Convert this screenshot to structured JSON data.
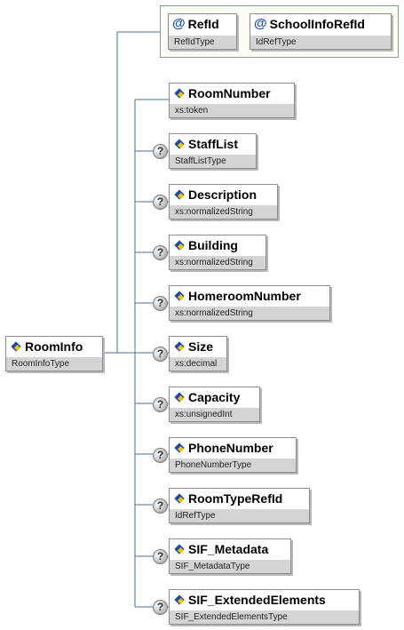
{
  "root": {
    "name": "RoomInfo",
    "type": "RoomInfoType"
  },
  "attributes": [
    {
      "name": "RefId",
      "type": "RefIdType"
    },
    {
      "name": "SchoolInfoRefId",
      "type": "IdRefType"
    }
  ],
  "elements": [
    {
      "name": "RoomNumber",
      "type": "xs:token",
      "optional": false
    },
    {
      "name": "StaffList",
      "type": "StaffListType",
      "optional": true
    },
    {
      "name": "Description",
      "type": "xs:normalizedString",
      "optional": true
    },
    {
      "name": "Building",
      "type": "xs:normalizedString",
      "optional": true
    },
    {
      "name": "HomeroomNumber",
      "type": "xs:normalizedString",
      "optional": true
    },
    {
      "name": "Size",
      "type": "xs:decimal",
      "optional": true
    },
    {
      "name": "Capacity",
      "type": "xs:unsignedInt",
      "optional": true
    },
    {
      "name": "PhoneNumber",
      "type": "PhoneNumberType",
      "optional": true
    },
    {
      "name": "RoomTypeRefId",
      "type": "IdRefType",
      "optional": true
    },
    {
      "name": "SIF_Metadata",
      "type": "SIF_MetadataType",
      "optional": true
    },
    {
      "name": "SIF_ExtendedElements",
      "type": "SIF_ExtendedElementsType",
      "optional": true
    }
  ],
  "optional_marker": "?",
  "attribute_marker": "@",
  "colors": {
    "connector": "#4a6f8f",
    "group_border": "#7d9f9f",
    "type_band": "#d4d4d4"
  }
}
